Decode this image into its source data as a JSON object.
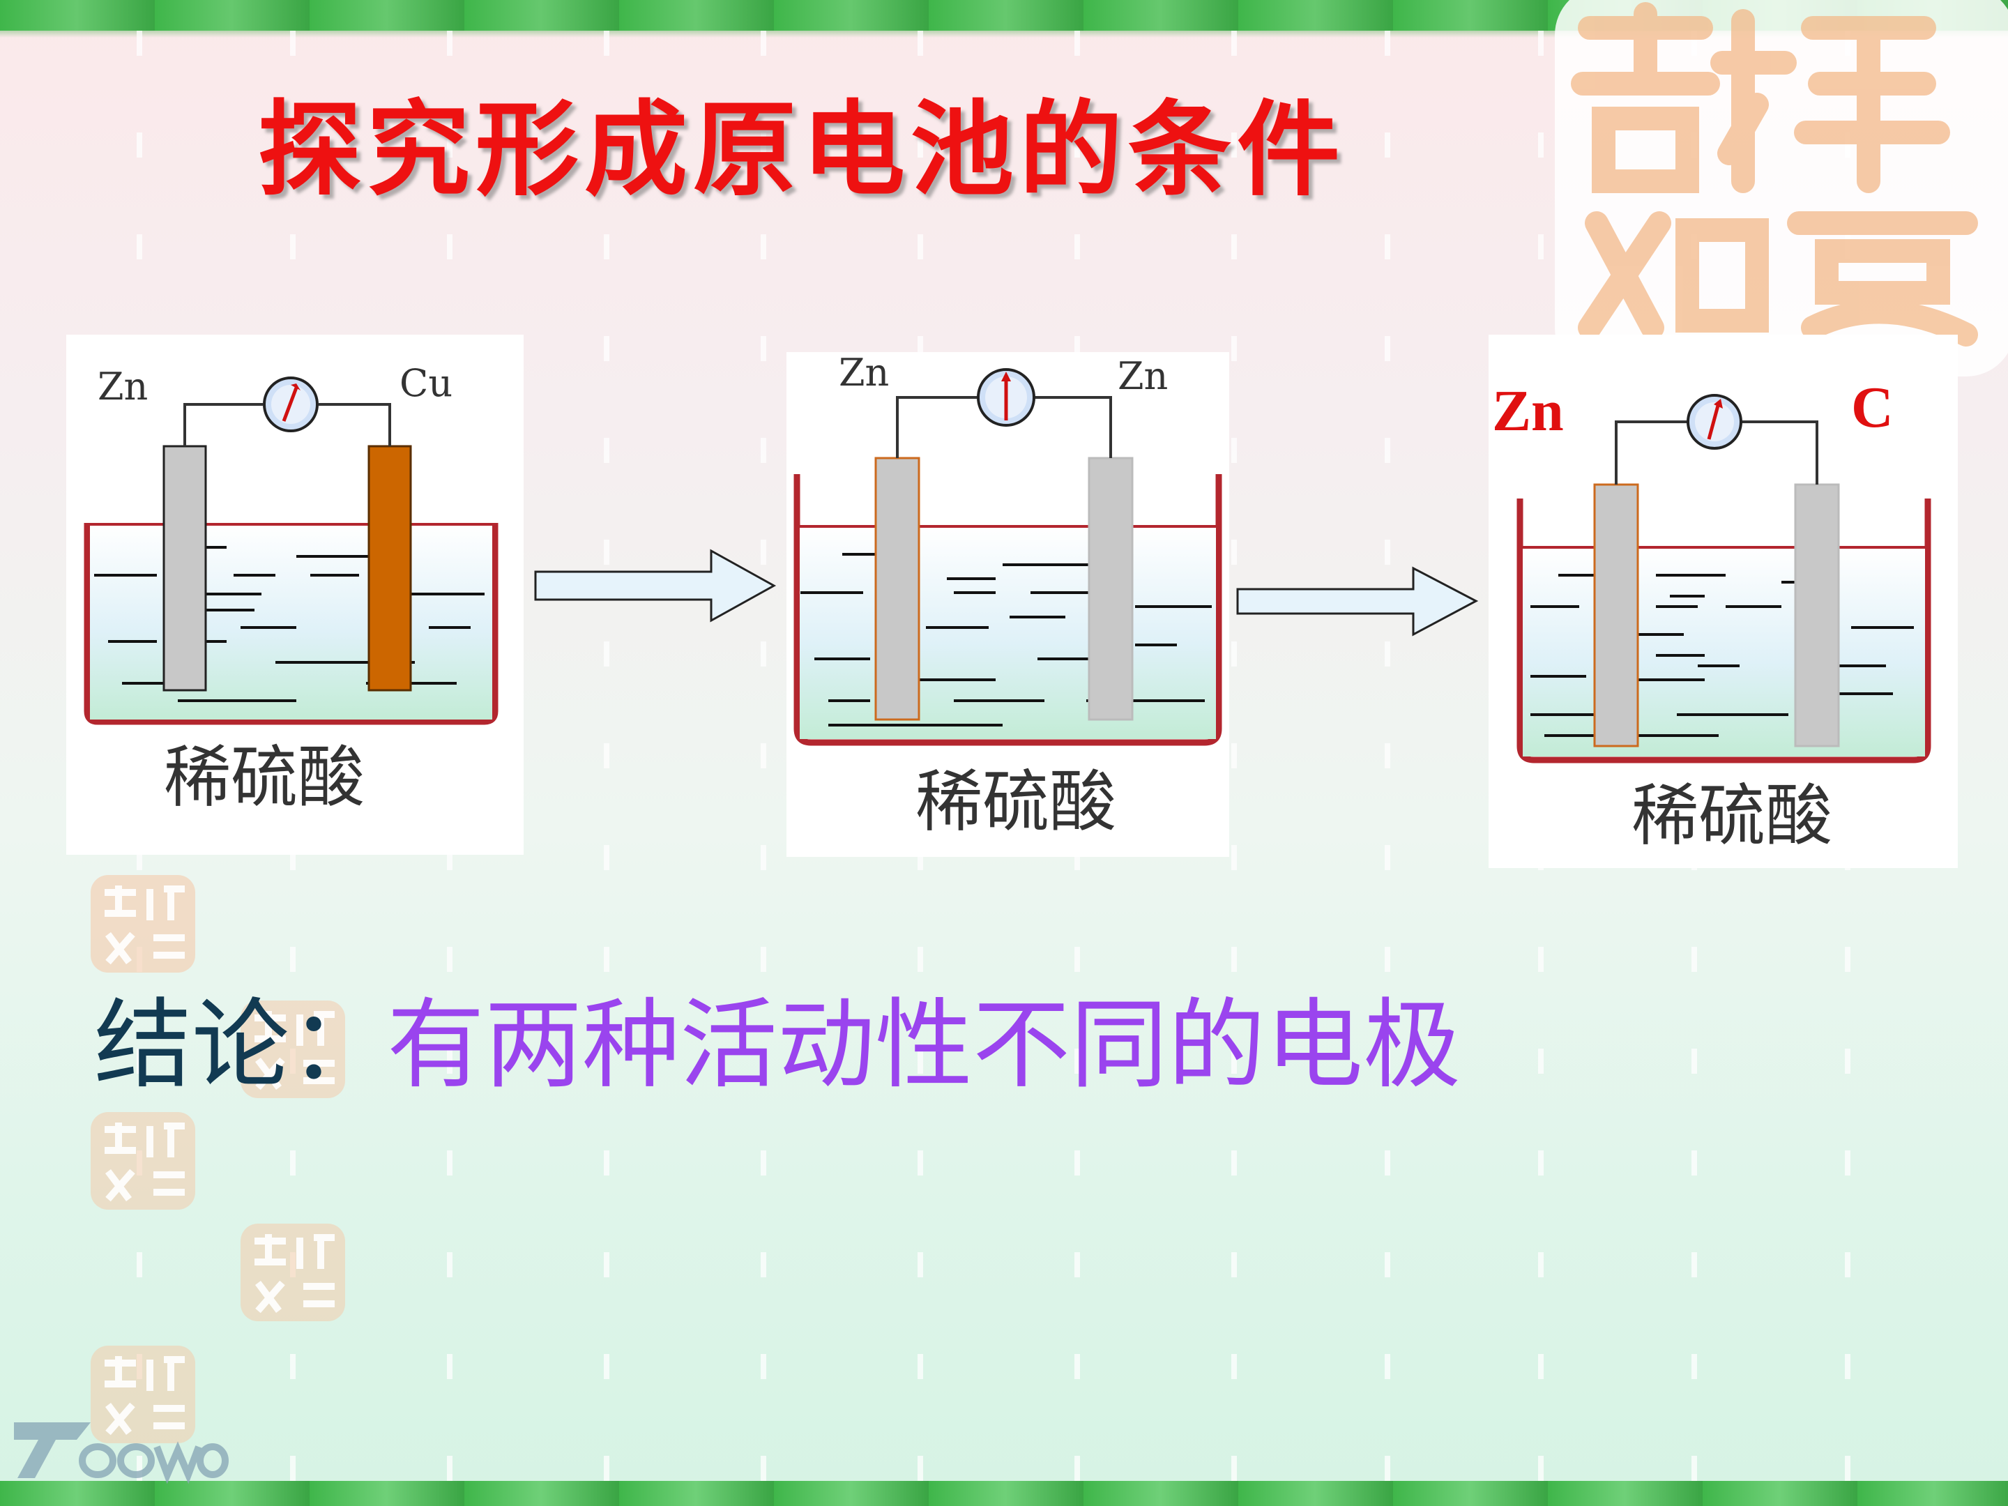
{
  "slide": {
    "title": "探究形成原电池的条件",
    "conclusion_label": "结论：",
    "conclusion_text": "有两种活动性不同的电极"
  },
  "experiments": [
    {
      "left_electrode": "Zn",
      "right_electrode": "Cu",
      "electrolyte": "稀硫酸"
    },
    {
      "left_electrode": "Zn",
      "right_electrode": "Zn",
      "electrolyte": "稀硫酸"
    },
    {
      "left_electrode": "Zn",
      "right_electrode": "C",
      "electrolyte": "稀硫酸"
    }
  ],
  "colors": {
    "title": "#ee1111",
    "conclusion_label": "#123a52",
    "conclusion_text": "#9a44ee",
    "copper": "#cc6600",
    "zinc": "#c8c8c8",
    "beaker": "#b3262e",
    "stripe": "#3fb64a"
  },
  "icons": [
    "galvanometer-icon",
    "arrow-right-icon",
    "seal-watermark-icon",
    "teewon-logo-icon"
  ]
}
